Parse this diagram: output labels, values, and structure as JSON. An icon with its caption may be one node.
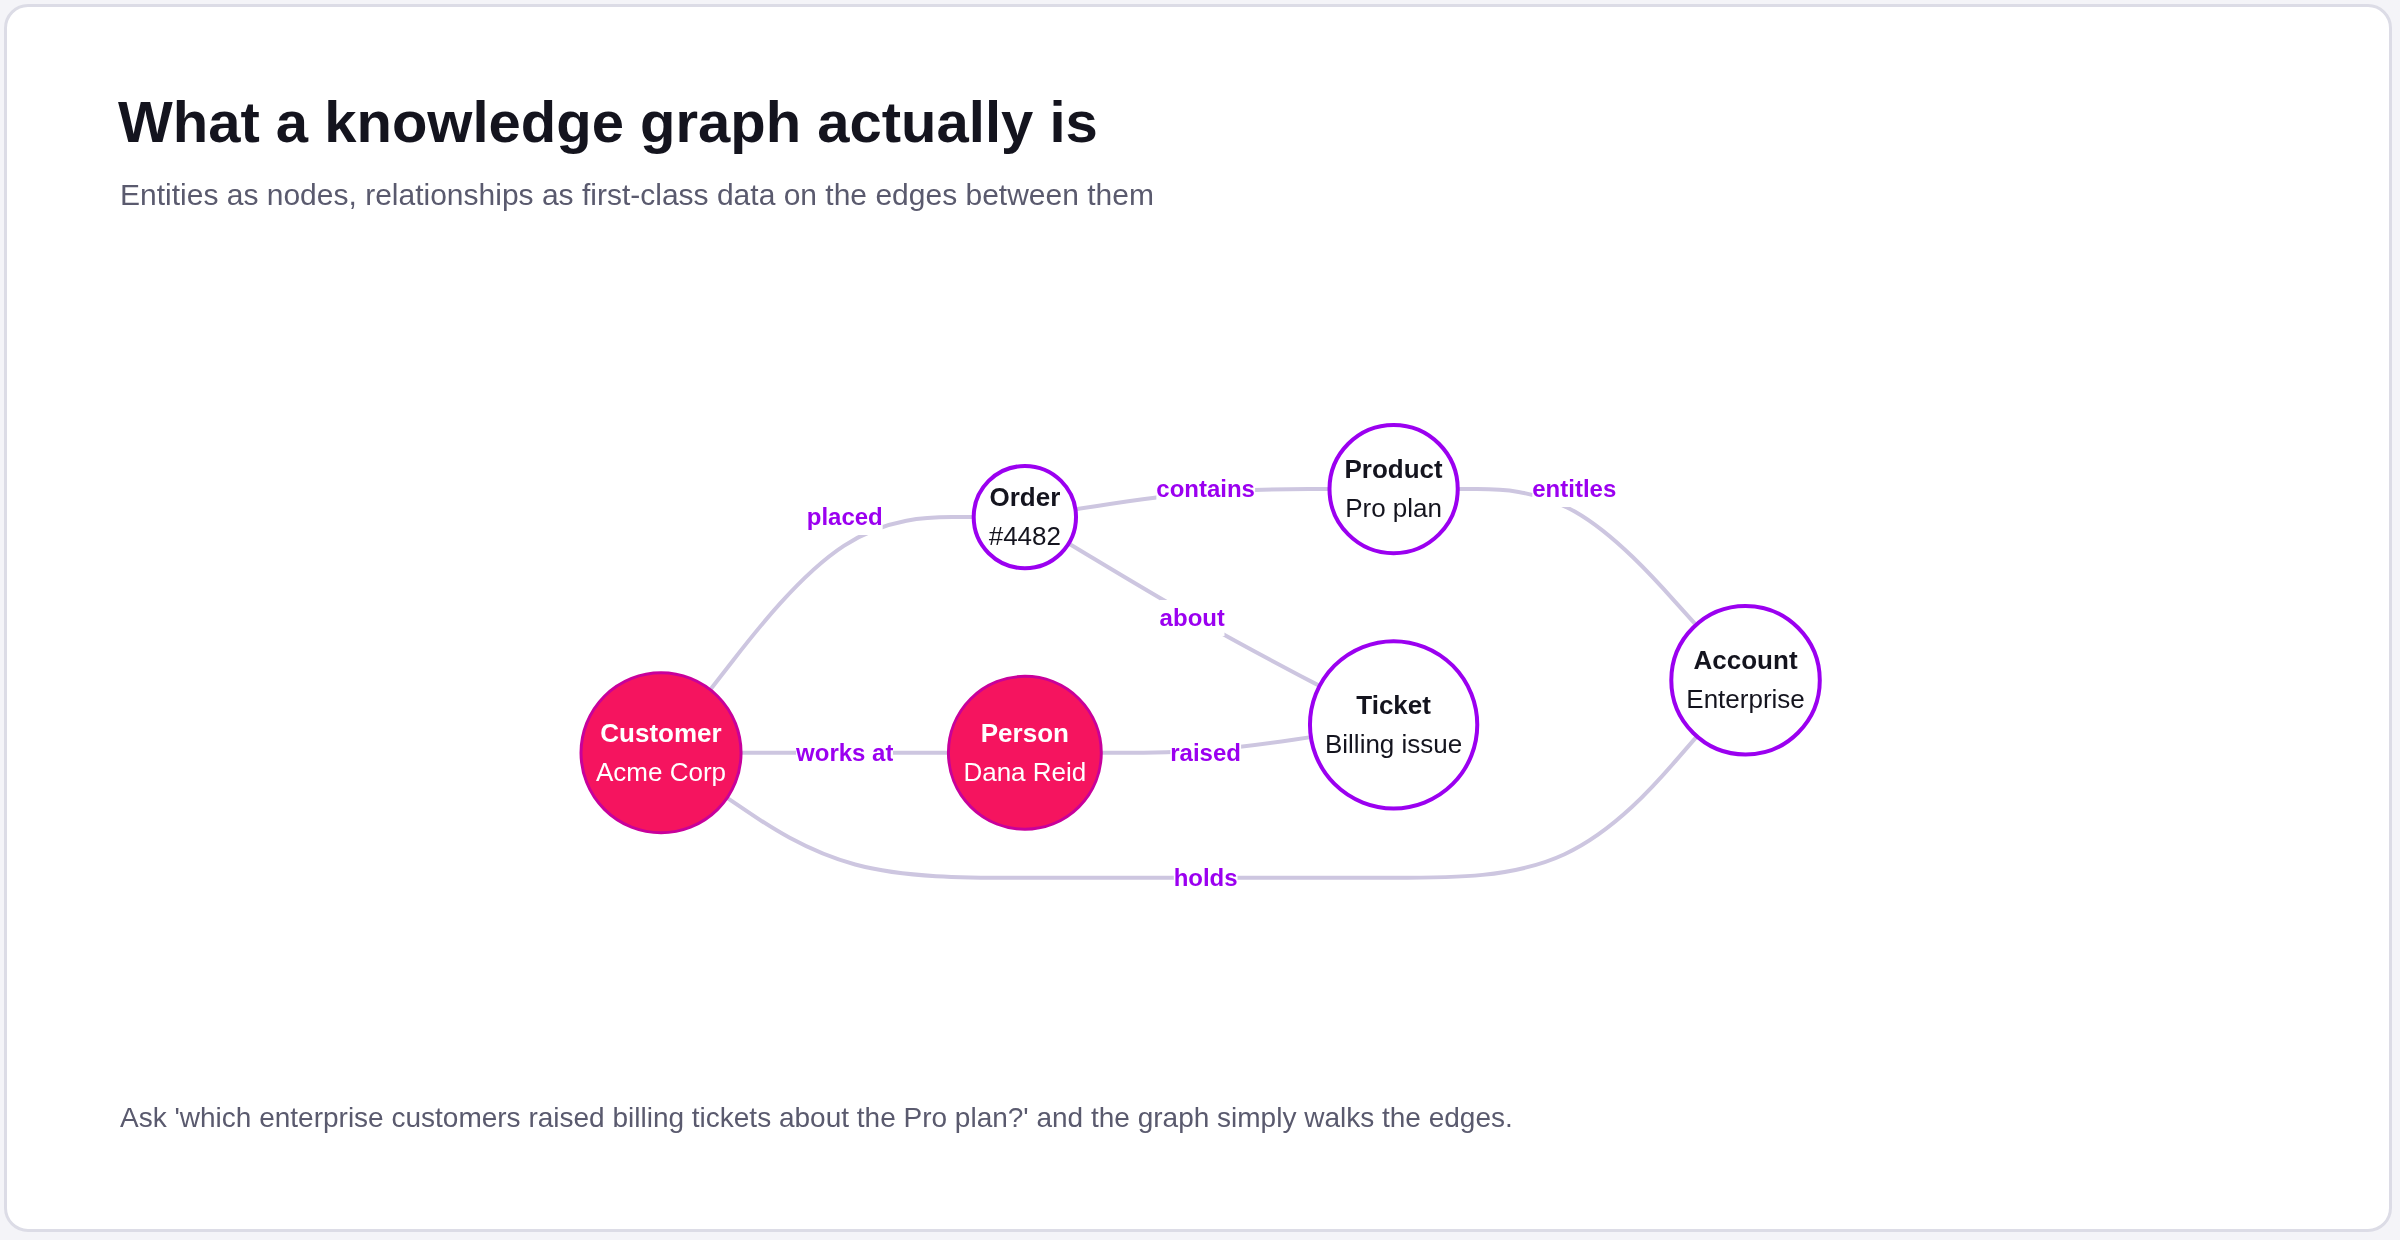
{
  "diagram": {
    "title": "What a knowledge graph actually is",
    "caption": "Entities as nodes, relationships as first-class data on the edges between them",
    "nodes": [
      {
        "text": [
          "Customer",
          "Acme Corp"
        ]
      },
      {
        "text": [
          "Order",
          "#4482"
        ]
      },
      {
        "text": [
          "Product",
          "Pro plan"
        ]
      },
      {
        "text": [
          "Person",
          "Dana Reid"
        ]
      },
      {
        "text": [
          "Ticket",
          "Billing issue"
        ]
      },
      {
        "text": [
          "Account",
          "Enterprise"
        ]
      }
    ],
    "edges": [
      {
        "from": 0,
        "to": 1,
        "label": "placed",
        "arrow": "none"
      },
      {
        "from": 1,
        "to": 2,
        "label": "contains",
        "arrow": "none"
      },
      {
        "from": 0,
        "to": 3,
        "label": "works at",
        "arrow": "none"
      },
      {
        "from": 1,
        "to": 4,
        "label": "about",
        "arrow": "none"
      },
      {
        "from": 2,
        "to": 5,
        "label": "entitles",
        "arrow": "none"
      },
      {
        "from": 0,
        "to": 5,
        "label": "holds",
        "arrow": "none"
      },
      {
        "from": 3,
        "to": 4,
        "label": "raised",
        "arrow": "none"
      }
    ],
    "labels": [
      "Ask 'which enterprise customers raised billing tickets about the Pro plan?' and the graph simply walks the edges."
    ]
  }
}
